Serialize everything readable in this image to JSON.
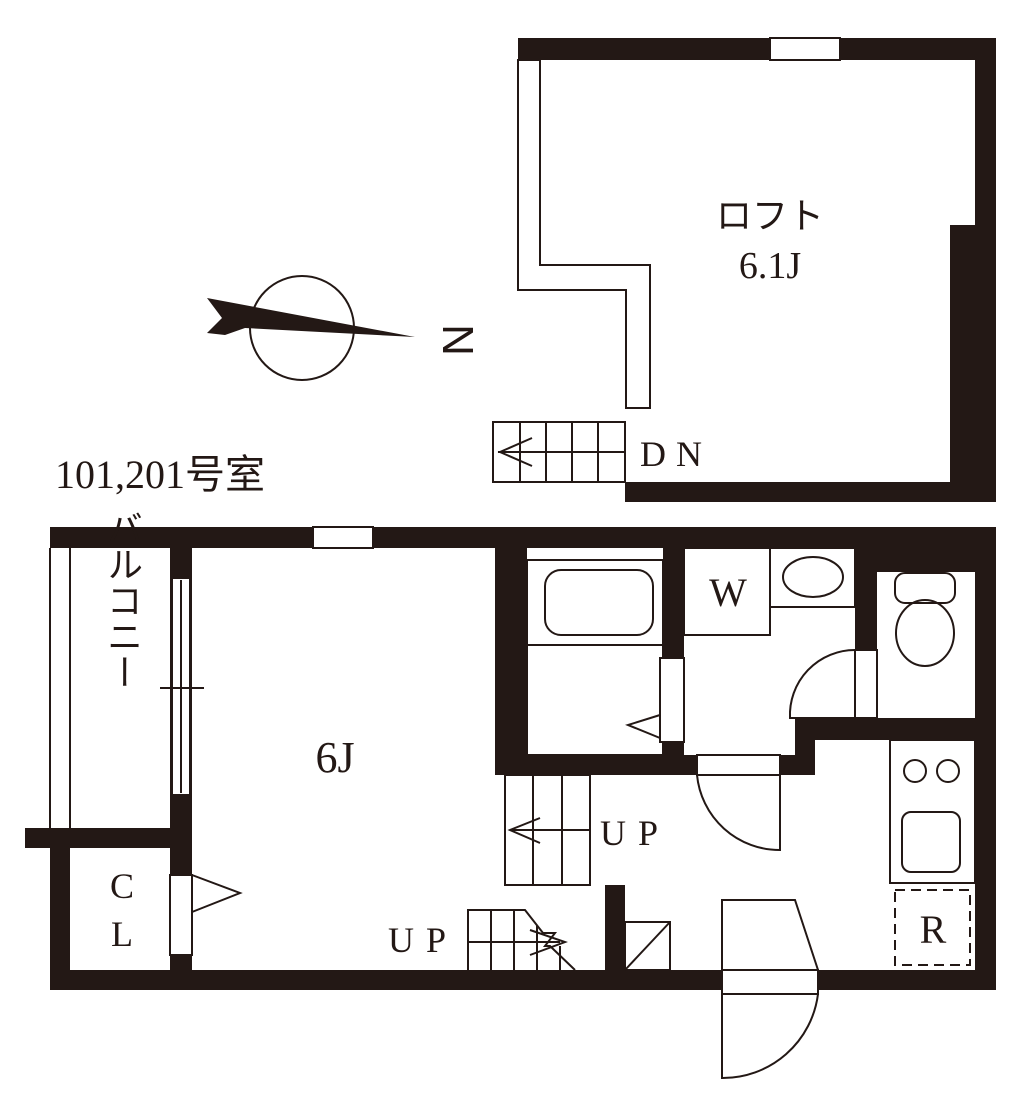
{
  "title": "101,201号室",
  "compass": {
    "label": "N",
    "icon": "north-arrow-icon"
  },
  "rooms": {
    "loft": {
      "name": "ロフト",
      "size": "6.1J"
    },
    "main": {
      "size": "6J"
    },
    "balcony": {
      "name": "バルコニー"
    },
    "closet": {
      "line1": "C",
      "line2": "L"
    },
    "washer": {
      "label": "W"
    },
    "fridge": {
      "label": "R"
    }
  },
  "stairs": {
    "down": "DN",
    "up1": "UP",
    "up2": "UP"
  },
  "colors": {
    "wall": "#231815",
    "background": "#ffffff"
  }
}
